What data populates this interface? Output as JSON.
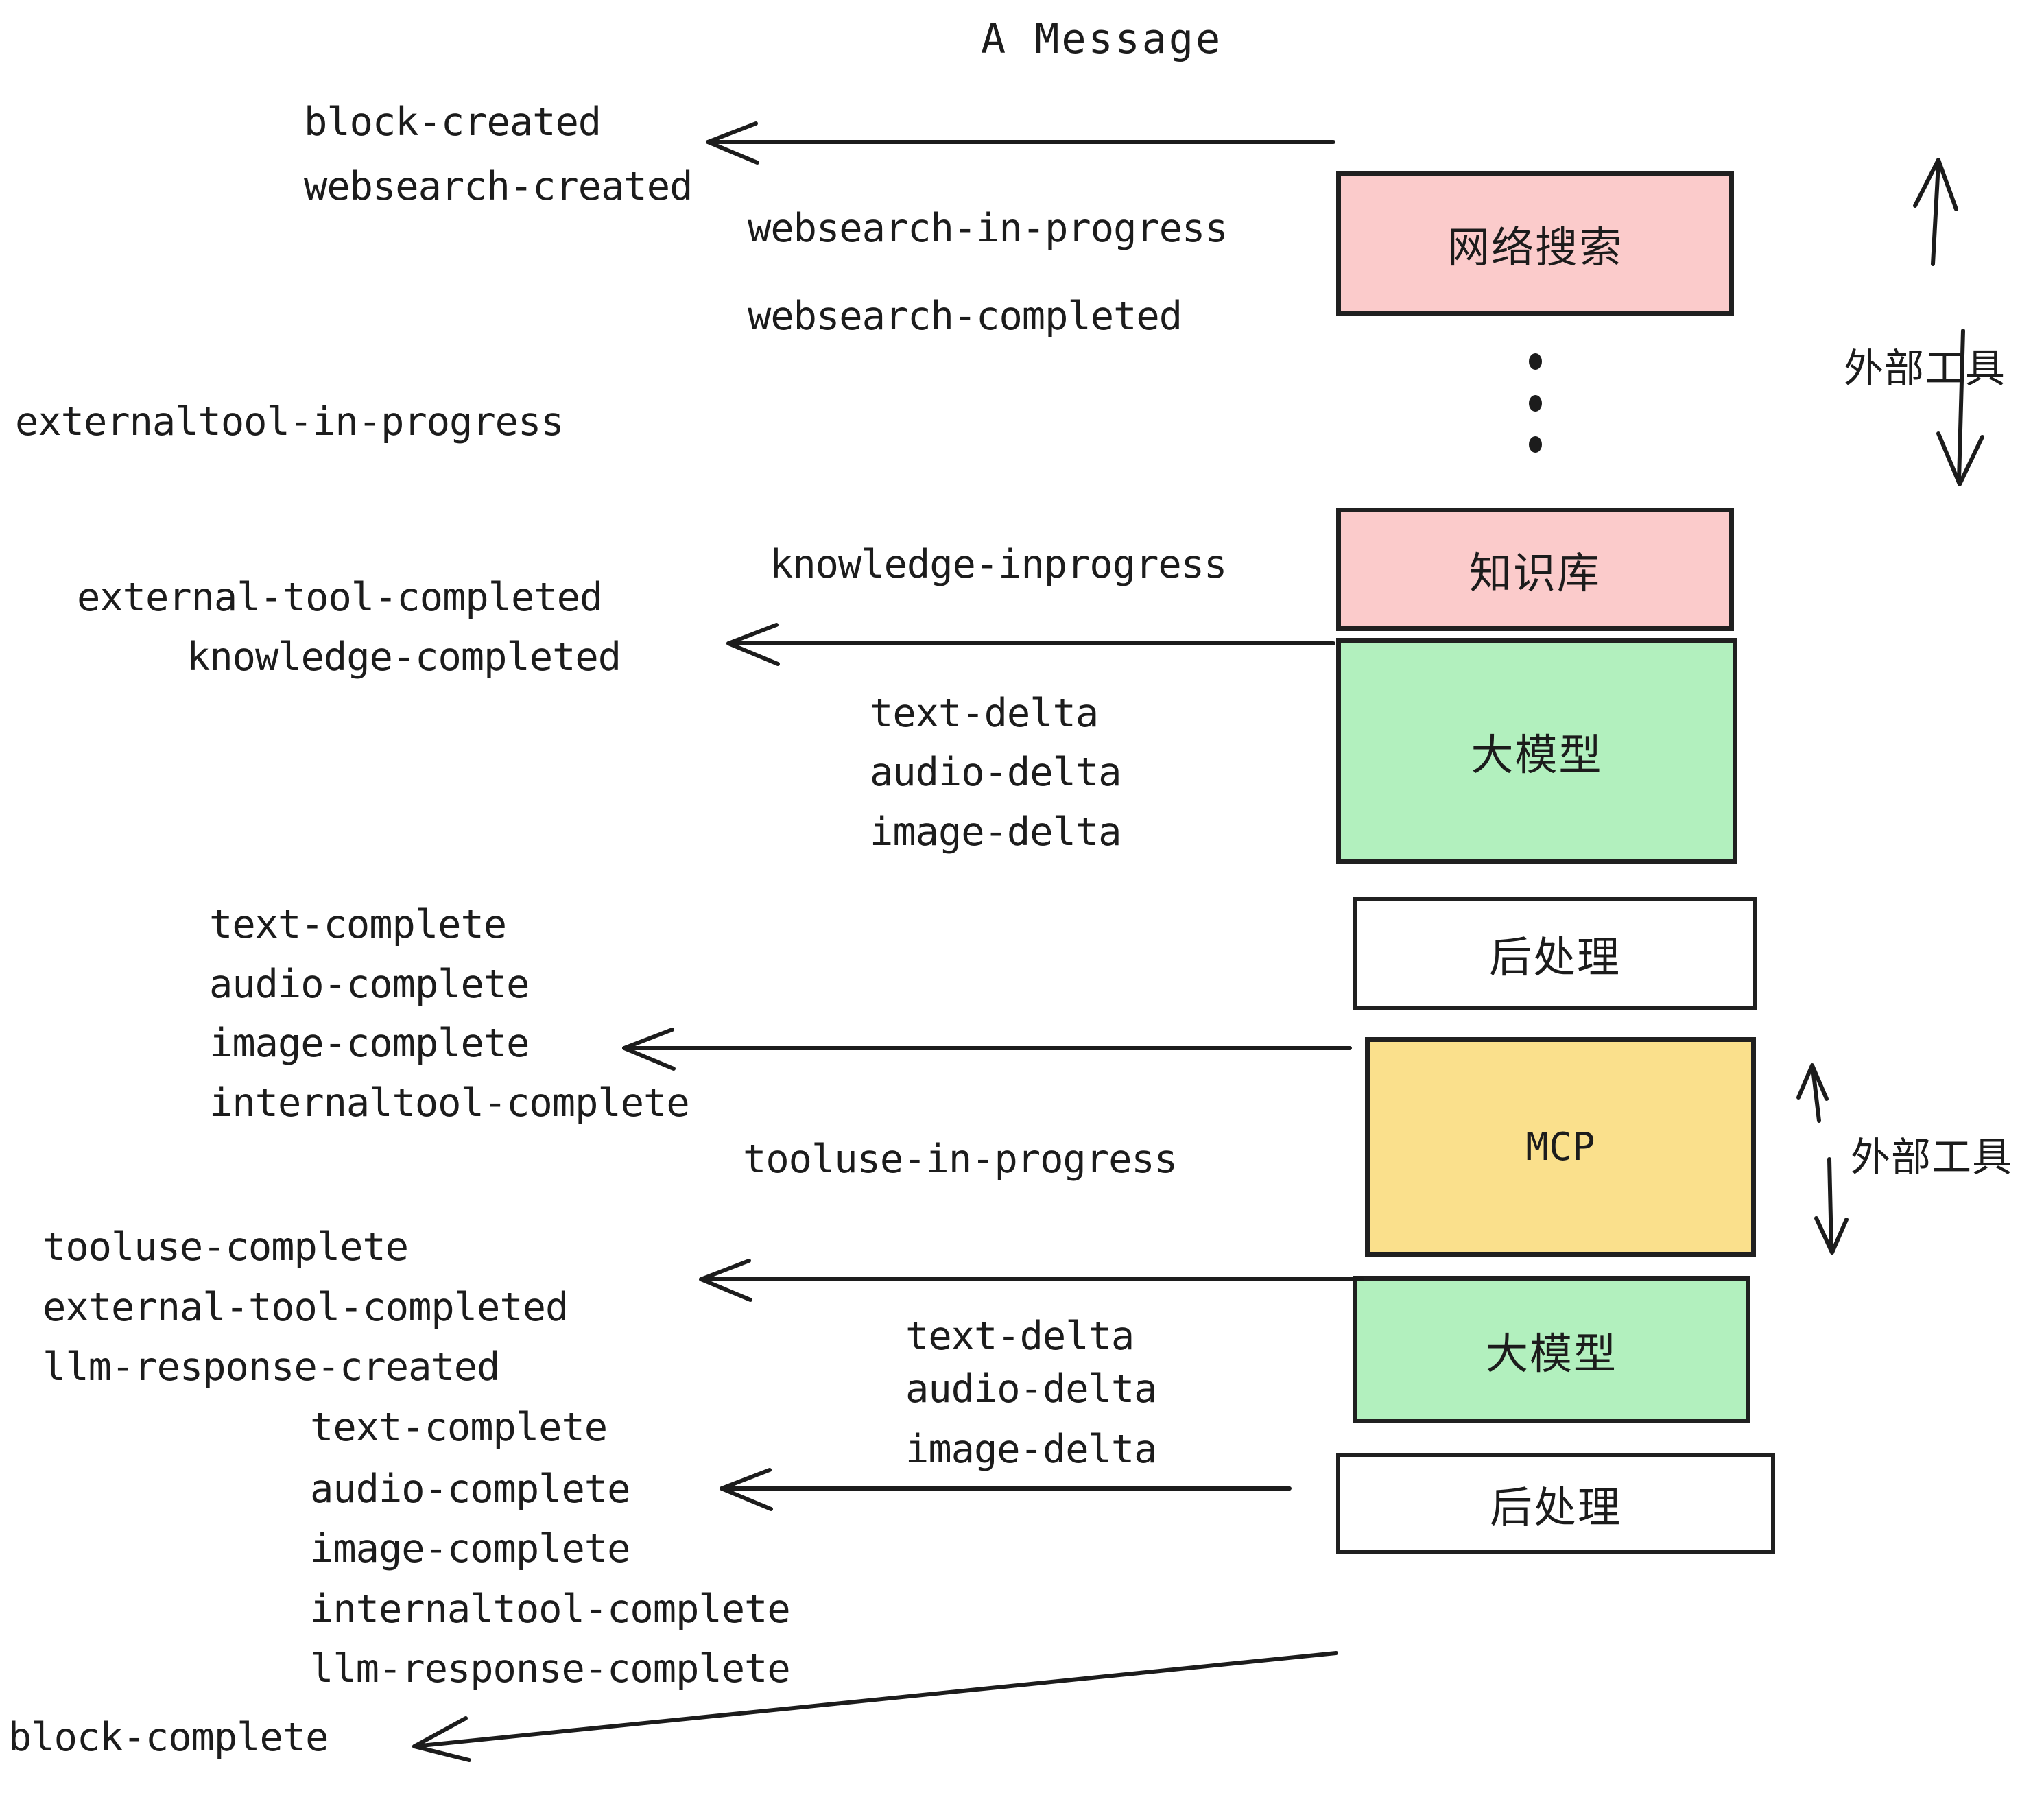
{
  "title": "A Message",
  "colors": {
    "pink": "#fbcbcb",
    "green": "#b2f0be",
    "yellow": "#fae08c",
    "white": "#ffffff",
    "stroke": "#202020",
    "text": "#1c1c1c"
  },
  "nodes": [
    {
      "id": "websearch",
      "label": "网络搜索",
      "fill": "#fbcbcb"
    },
    {
      "id": "knowledge",
      "label": "知识库",
      "fill": "#fbcbcb"
    },
    {
      "id": "llm1",
      "label": "大模型",
      "fill": "#b2f0be"
    },
    {
      "id": "post1",
      "label": "后处理",
      "fill": "#ffffff"
    },
    {
      "id": "mcp",
      "label": "MCP",
      "fill": "#fae08c"
    },
    {
      "id": "llm2",
      "label": "大模型",
      "fill": "#b2f0be"
    },
    {
      "id": "post2",
      "label": "后处理",
      "fill": "#ffffff"
    }
  ],
  "group_labels": [
    {
      "id": "external-tool-top",
      "label": "外部工具"
    },
    {
      "id": "external-tool-mcp",
      "label": "外部工具"
    }
  ],
  "events": [
    {
      "id": "block-created",
      "label": "block-created"
    },
    {
      "id": "websearch-created",
      "label": "websearch-created"
    },
    {
      "id": "websearch-in-progress",
      "label": "websearch-in-progress"
    },
    {
      "id": "websearch-completed",
      "label": "websearch-completed"
    },
    {
      "id": "externaltool-in-progress",
      "label": "externaltool-in-progress"
    },
    {
      "id": "knowledge-inprogress",
      "label": "knowledge-inprogress"
    },
    {
      "id": "external-tool-completed-1",
      "label": "external-tool-completed"
    },
    {
      "id": "knowledge-completed",
      "label": "knowledge-completed"
    },
    {
      "id": "text-delta-1",
      "label": "text-delta"
    },
    {
      "id": "audio-delta-1",
      "label": "audio-delta"
    },
    {
      "id": "image-delta-1",
      "label": "image-delta"
    },
    {
      "id": "text-complete-1",
      "label": "text-complete"
    },
    {
      "id": "audio-complete-1",
      "label": "audio-complete"
    },
    {
      "id": "image-complete-1",
      "label": "image-complete"
    },
    {
      "id": "internaltool-complete-1",
      "label": "internaltool-complete"
    },
    {
      "id": "tooluse-in-progress",
      "label": "tooluse-in-progress"
    },
    {
      "id": "tooluse-complete",
      "label": "tooluse-complete"
    },
    {
      "id": "external-tool-completed-2",
      "label": "external-tool-completed"
    },
    {
      "id": "llm-response-created",
      "label": "llm-response-created"
    },
    {
      "id": "text-delta-2",
      "label": "text-delta"
    },
    {
      "id": "audio-delta-2",
      "label": "audio-delta"
    },
    {
      "id": "image-delta-2",
      "label": "image-delta"
    },
    {
      "id": "text-complete-2",
      "label": "text-complete"
    },
    {
      "id": "audio-complete-2",
      "label": "audio-complete"
    },
    {
      "id": "image-complete-2",
      "label": "image-complete"
    },
    {
      "id": "internaltool-complete-2",
      "label": "internaltool-complete"
    },
    {
      "id": "llm-response-complete",
      "label": "llm-response-complete"
    },
    {
      "id": "block-complete",
      "label": "block-complete"
    }
  ]
}
